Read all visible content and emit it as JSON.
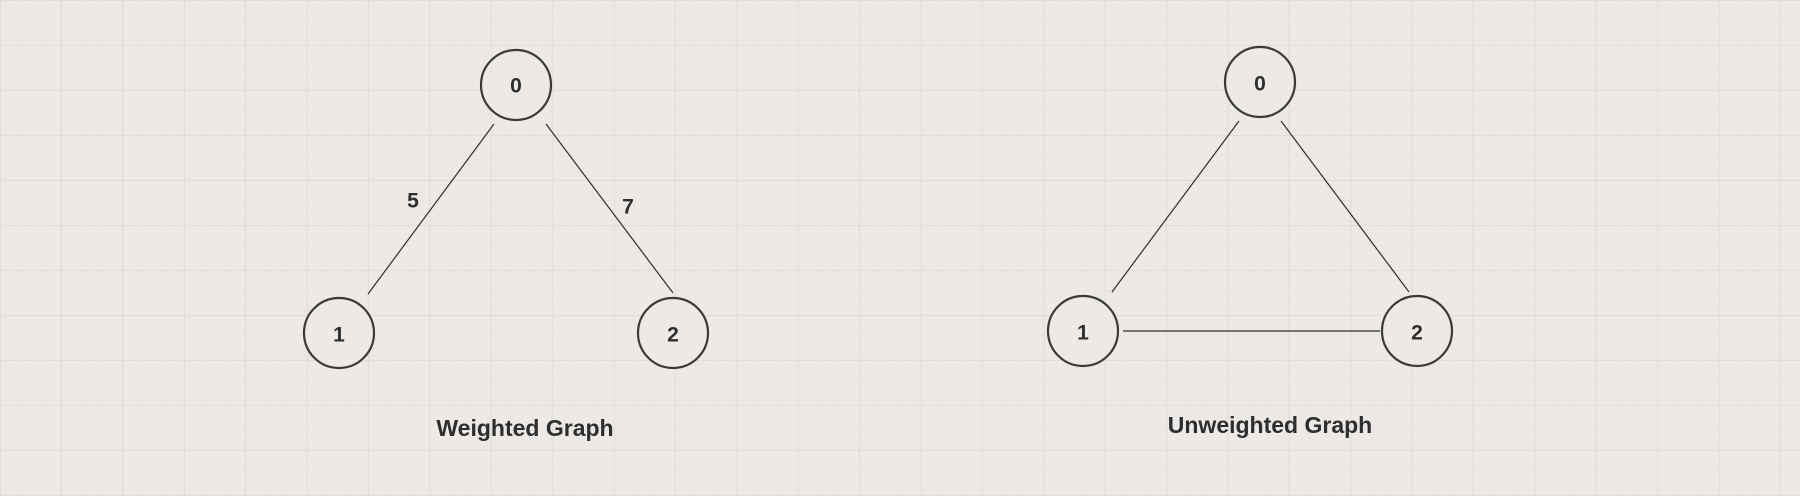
{
  "background_color": "#ece9e6",
  "line_color": "#2e2e2e",
  "weighted_graph": {
    "title": "Weighted Graph",
    "nodes": [
      {
        "label": "0"
      },
      {
        "label": "1"
      },
      {
        "label": "2"
      }
    ],
    "edges": [
      {
        "from": "0",
        "to": "1",
        "weight": "5"
      },
      {
        "from": "0",
        "to": "2",
        "weight": "7"
      }
    ]
  },
  "unweighted_graph": {
    "title": "Unweighted Graph",
    "nodes": [
      {
        "label": "0"
      },
      {
        "label": "1"
      },
      {
        "label": "2"
      }
    ],
    "edges": [
      {
        "from": "0",
        "to": "1"
      },
      {
        "from": "0",
        "to": "2"
      },
      {
        "from": "1",
        "to": "2"
      }
    ]
  }
}
